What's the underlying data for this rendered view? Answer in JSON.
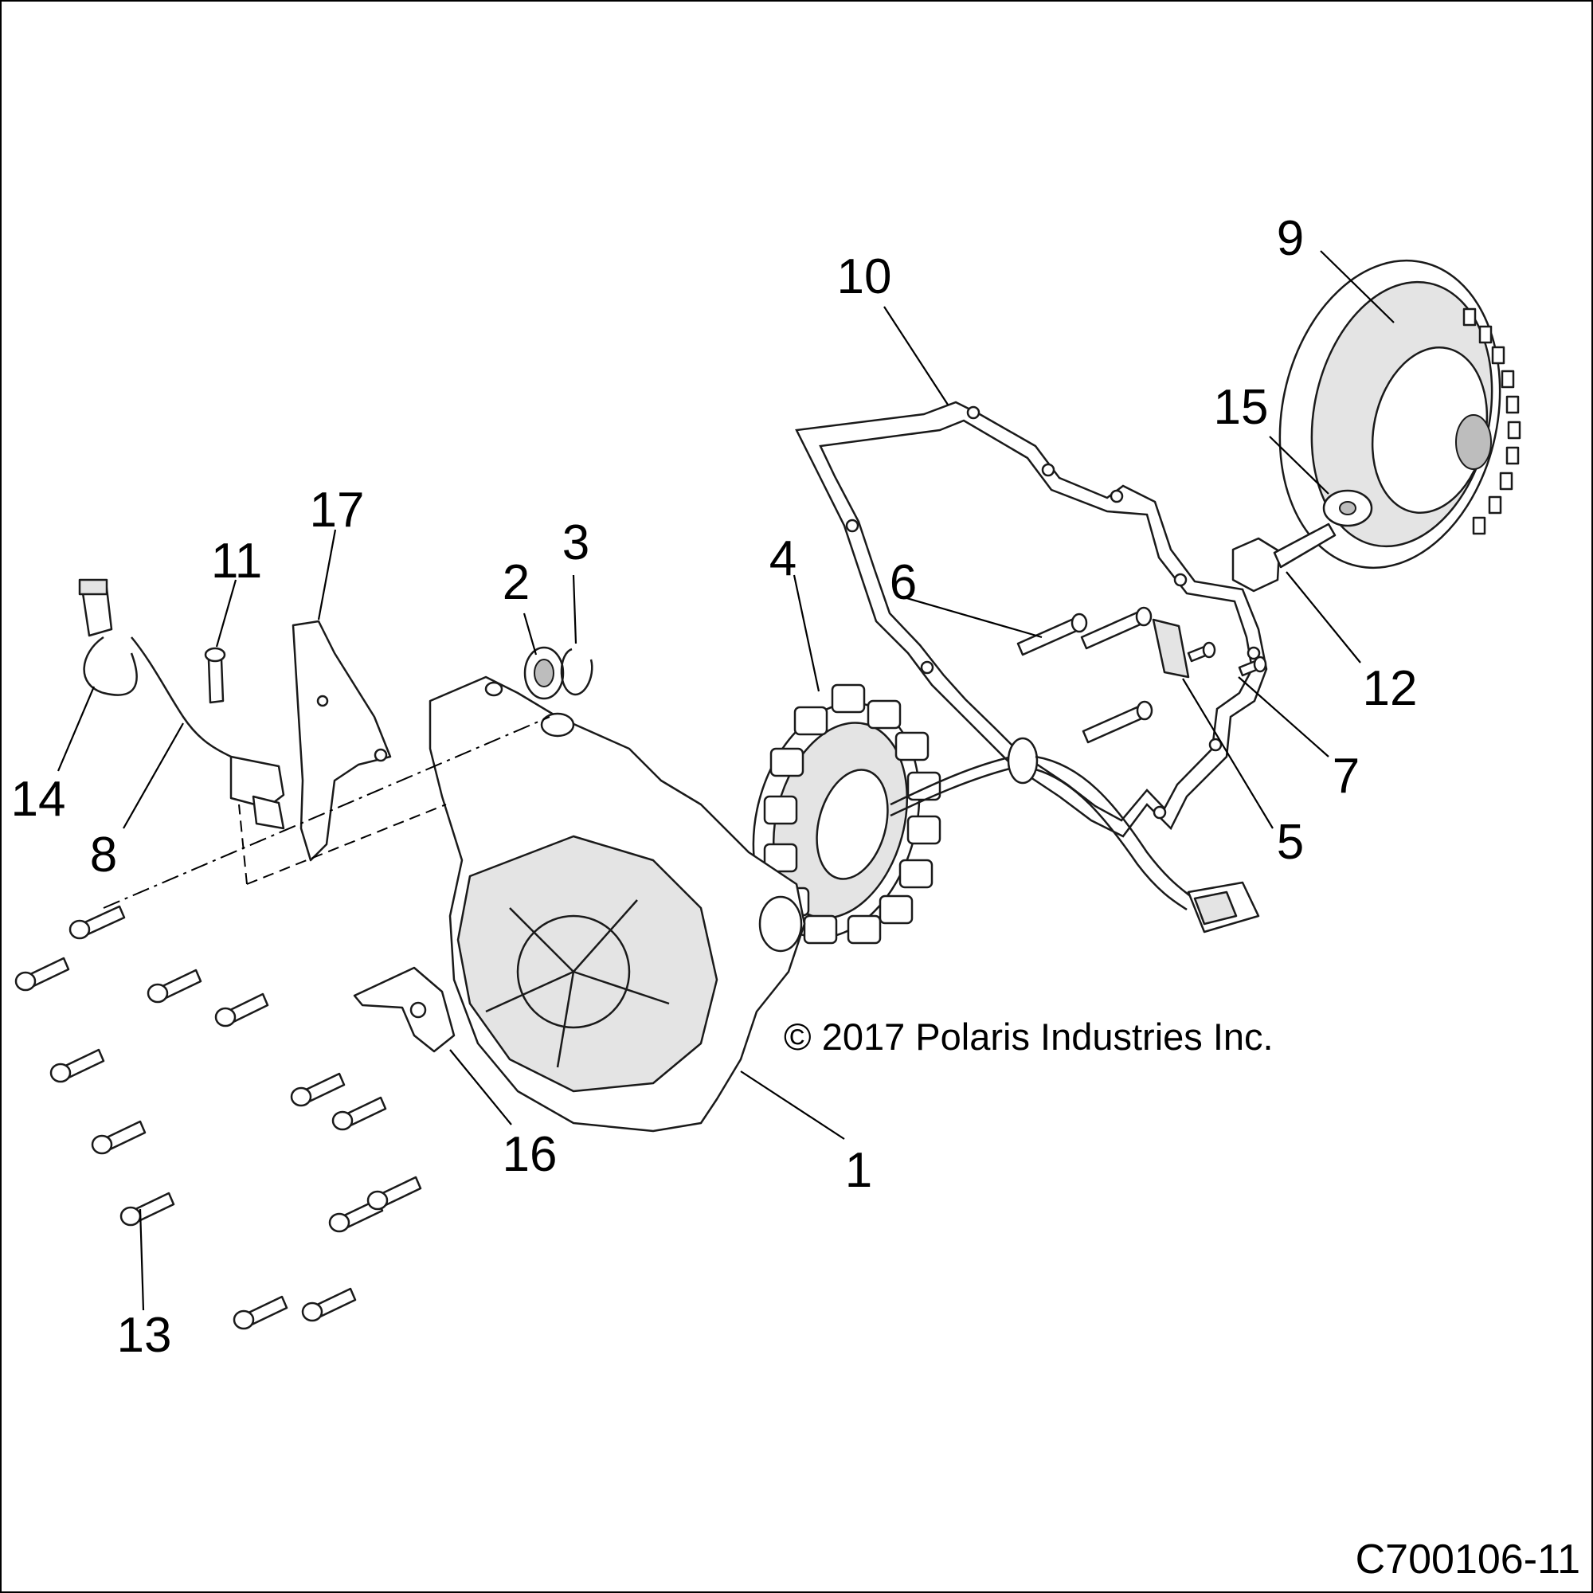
{
  "diagram": {
    "callouts": [
      {
        "id": "1",
        "text": "1"
      },
      {
        "id": "2",
        "text": "2"
      },
      {
        "id": "3",
        "text": "3"
      },
      {
        "id": "4",
        "text": "4"
      },
      {
        "id": "5",
        "text": "5"
      },
      {
        "id": "6",
        "text": "6"
      },
      {
        "id": "7",
        "text": "7"
      },
      {
        "id": "8",
        "text": "8"
      },
      {
        "id": "9",
        "text": "9"
      },
      {
        "id": "10",
        "text": "10"
      },
      {
        "id": "11",
        "text": "11"
      },
      {
        "id": "12",
        "text": "12"
      },
      {
        "id": "13",
        "text": "13"
      },
      {
        "id": "14",
        "text": "14"
      },
      {
        "id": "15",
        "text": "15"
      },
      {
        "id": "16",
        "text": "16"
      },
      {
        "id": "17",
        "text": "17"
      }
    ],
    "copyright": "© 2017 Polaris Industries Inc.",
    "drawing_number": "C700106-11"
  }
}
